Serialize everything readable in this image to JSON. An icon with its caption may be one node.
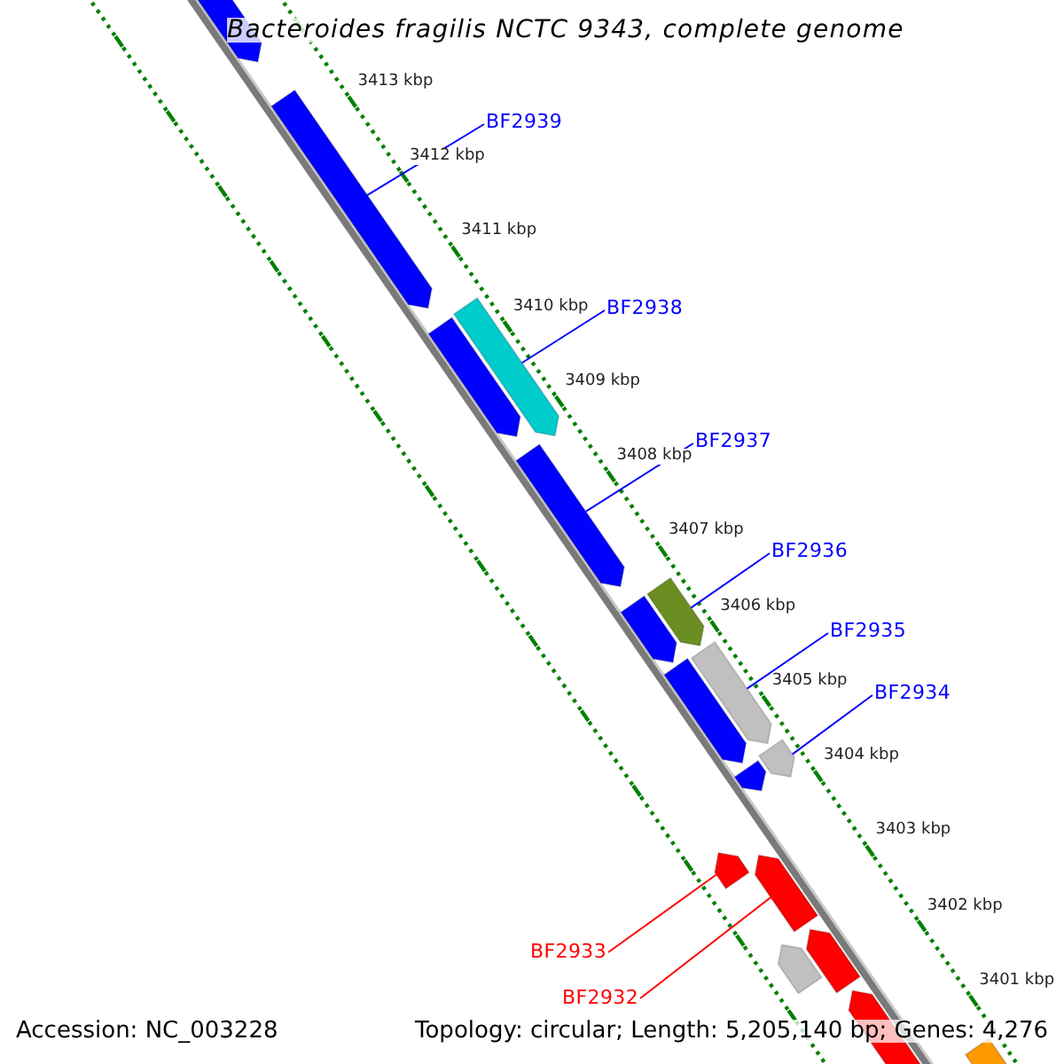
{
  "diagram": {
    "title": "Bacteroides fragilis NCTC 9343, complete genome",
    "nodes": [
      {
        "text": [
          "BF2939"
        ]
      },
      {
        "text": [],
        "shape": "arrow"
      },
      {
        "text": [
          "BF2938"
        ]
      },
      {
        "text": [],
        "shape": "arrow"
      },
      {
        "text": [
          "BF2937"
        ]
      },
      {
        "text": [],
        "shape": "arrow"
      },
      {
        "text": [
          "BF2936"
        ]
      },
      {
        "text": [],
        "shape": "arrow"
      },
      {
        "text": [
          "BF2935"
        ]
      },
      {
        "text": [],
        "shape": "arrow"
      },
      {
        "text": [
          "BF2934"
        ]
      },
      {
        "text": [],
        "shape": "arrow"
      },
      {
        "text": [
          "BF2933"
        ]
      },
      {
        "text": [],
        "shape": "arrow"
      },
      {
        "text": [
          "BF2932"
        ]
      },
      {
        "text": [],
        "shape": "arrow"
      }
    ],
    "edges": [
      {
        "from": 0,
        "to": 1,
        "arrow": "none"
      },
      {
        "from": 2,
        "to": 3,
        "arrow": "none"
      },
      {
        "from": 4,
        "to": 5,
        "arrow": "none"
      },
      {
        "from": 6,
        "to": 7,
        "arrow": "none"
      },
      {
        "from": 8,
        "to": 9,
        "arrow": "none"
      },
      {
        "from": 10,
        "to": 11,
        "arrow": "none"
      },
      {
        "from": 12,
        "to": 13,
        "arrow": "none",
        "color": "#ff0000"
      },
      {
        "from": 14,
        "to": 15,
        "arrow": "none",
        "color": "#ff0000"
      }
    ],
    "labels": [
      "3413 kbp",
      "3412 kbp",
      "3411 kbp",
      "3410 kbp",
      "3409 kbp",
      "3408 kbp",
      "3407 kbp",
      "3406 kbp",
      "3405 kbp",
      "3404 kbp",
      "3403 kbp",
      "3402 kbp",
      "3401 kbp",
      "Accession: NC_003228",
      "Topology: circular; Length: 5,205,140 bp; Genes: 4,276"
    ]
  }
}
